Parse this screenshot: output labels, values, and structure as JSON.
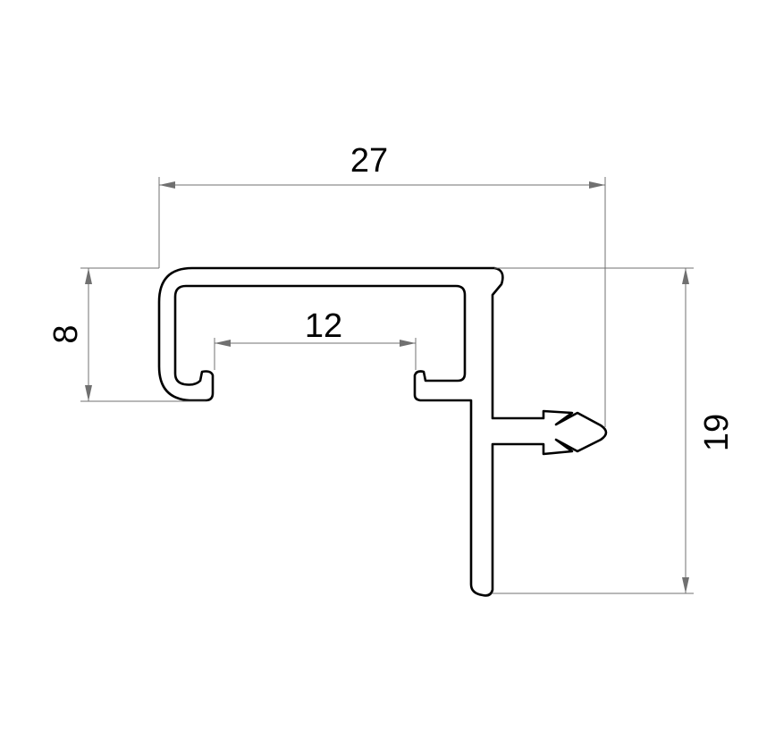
{
  "dimensions": {
    "width_total": "27",
    "slot_width": "12",
    "top_height": "8",
    "total_height": "19"
  }
}
